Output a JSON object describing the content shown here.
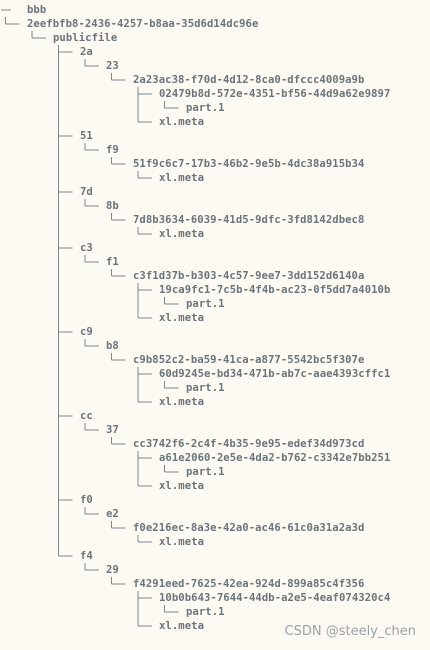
{
  "root": {
    "name": "bbb",
    "children": [
      {
        "name": "2eefbfb8-2436-4257-b8aa-35d6d14dc96e",
        "children": [
          {
            "name": "publicfile",
            "children": [
              {
                "name": "2a",
                "children": [
                  {
                    "name": "23",
                    "children": [
                      {
                        "name": "2a23ac38-f70d-4d12-8ca0-dfccc4009a9b",
                        "children": [
                          {
                            "name": "02479b8d-572e-4351-bf56-44d9a62e9897",
                            "children": [
                              {
                                "name": "part.1"
                              }
                            ]
                          },
                          {
                            "name": "xl.meta"
                          }
                        ]
                      }
                    ]
                  }
                ]
              },
              {
                "name": "51",
                "children": [
                  {
                    "name": "f9",
                    "children": [
                      {
                        "name": "51f9c6c7-17b3-46b2-9e5b-4dc38a915b34",
                        "children": [
                          {
                            "name": "xl.meta"
                          }
                        ]
                      }
                    ]
                  }
                ]
              },
              {
                "name": "7d",
                "children": [
                  {
                    "name": "8b",
                    "children": [
                      {
                        "name": "7d8b3634-6039-41d5-9dfc-3fd8142dbec8",
                        "children": [
                          {
                            "name": "xl.meta"
                          }
                        ]
                      }
                    ]
                  }
                ]
              },
              {
                "name": "c3",
                "children": [
                  {
                    "name": "f1",
                    "children": [
                      {
                        "name": "c3f1d37b-b303-4c57-9ee7-3dd152d6140a",
                        "children": [
                          {
                            "name": "19ca9fc1-7c5b-4f4b-ac23-0f5dd7a4010b",
                            "children": [
                              {
                                "name": "part.1"
                              }
                            ]
                          },
                          {
                            "name": "xl.meta"
                          }
                        ]
                      }
                    ]
                  }
                ]
              },
              {
                "name": "c9",
                "children": [
                  {
                    "name": "b8",
                    "children": [
                      {
                        "name": "c9b852c2-ba59-41ca-a877-5542bc5f307e",
                        "children": [
                          {
                            "name": "60d9245e-bd34-471b-ab7c-aae4393cffc1",
                            "children": [
                              {
                                "name": "part.1"
                              }
                            ]
                          },
                          {
                            "name": "xl.meta"
                          }
                        ]
                      }
                    ]
                  }
                ]
              },
              {
                "name": "cc",
                "children": [
                  {
                    "name": "37",
                    "children": [
                      {
                        "name": "cc3742f6-2c4f-4b35-9e95-edef34d973cd",
                        "children": [
                          {
                            "name": "a61e2060-2e5e-4da2-b762-c3342e7bb251",
                            "children": [
                              {
                                "name": "part.1"
                              }
                            ]
                          },
                          {
                            "name": "xl.meta"
                          }
                        ]
                      }
                    ]
                  }
                ]
              },
              {
                "name": "f0",
                "children": [
                  {
                    "name": "e2",
                    "children": [
                      {
                        "name": "f0e216ec-8a3e-42a0-ac46-61c0a31a2a3d",
                        "children": [
                          {
                            "name": "xl.meta"
                          }
                        ]
                      }
                    ]
                  }
                ]
              },
              {
                "name": "f4",
                "children": [
                  {
                    "name": "29",
                    "children": [
                      {
                        "name": "f4291eed-7625-42ea-924d-899a85c4f356",
                        "children": [
                          {
                            "name": "10b0b643-7644-44db-a2e5-4eaf074320c4",
                            "children": [
                              {
                                "name": "part.1"
                              }
                            ]
                          },
                          {
                            "name": "xl.meta"
                          }
                        ]
                      }
                    ]
                  }
                ]
              }
            ]
          }
        ]
      }
    ]
  },
  "watermark": "CSDN @steely_chen"
}
